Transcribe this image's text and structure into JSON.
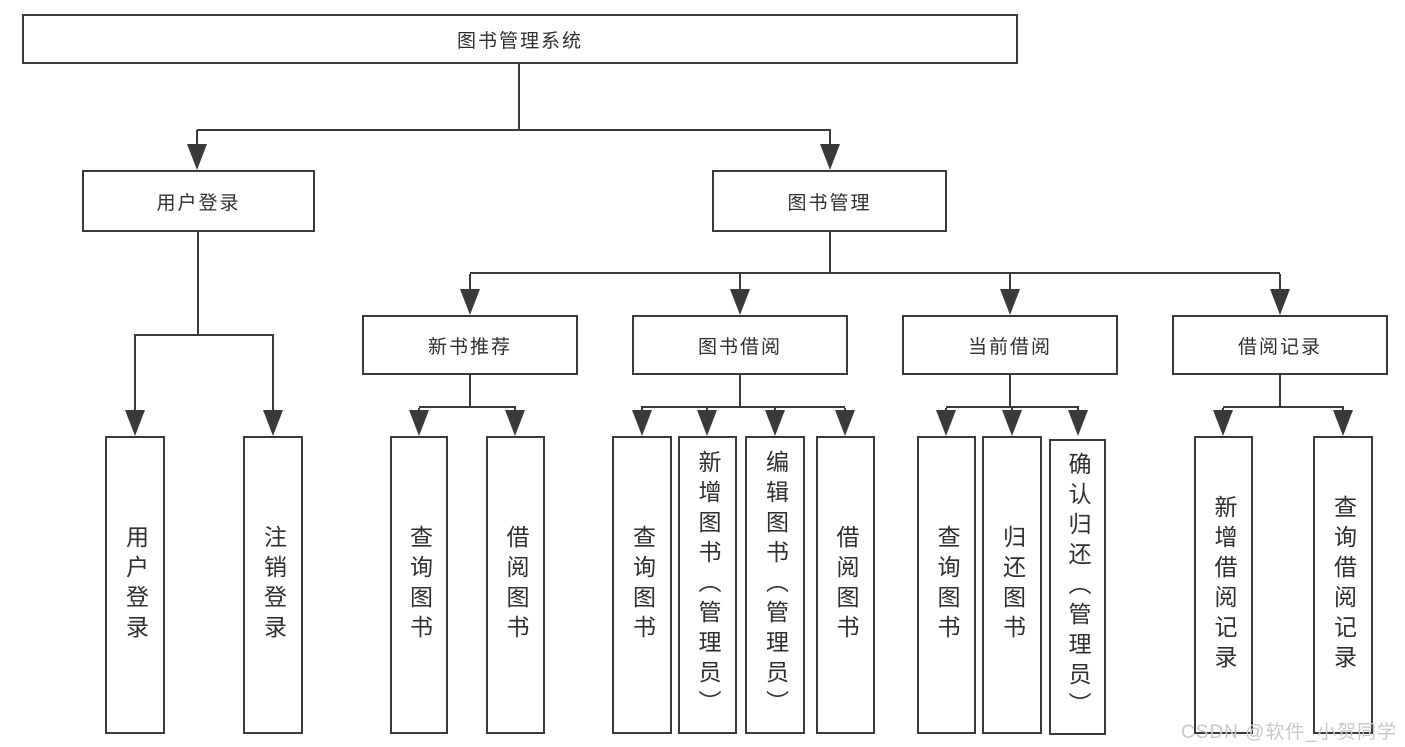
{
  "title": "图书管理系统",
  "tree": {
    "label": "图书管理系统",
    "children": [
      {
        "label": "用户登录",
        "children": [
          {
            "label": "用户登录"
          },
          {
            "label": "注销登录"
          }
        ]
      },
      {
        "label": "图书管理",
        "children": [
          {
            "label": "新书推荐",
            "children": [
              {
                "label": "查询图书"
              },
              {
                "label": "借阅图书"
              }
            ]
          },
          {
            "label": "图书借阅",
            "children": [
              {
                "label": "查询图书"
              },
              {
                "label": "新增图书（管理员）"
              },
              {
                "label": "编辑图书（管理员）"
              },
              {
                "label": "借阅图书"
              }
            ]
          },
          {
            "label": "当前借阅",
            "children": [
              {
                "label": "查询图书"
              },
              {
                "label": "归还图书"
              },
              {
                "label": "确认归还（管理员）"
              }
            ]
          },
          {
            "label": "借阅记录",
            "children": [
              {
                "label": "新增借阅记录"
              },
              {
                "label": "查询借阅记录"
              }
            ]
          }
        ]
      }
    ]
  },
  "watermark": {
    "text": "CSDN @软件_小贺同学"
  },
  "colors": {
    "line": "#3a3a3a",
    "text": "#2f2f2f",
    "background": "#ffffff",
    "watermark": "#c8c8c8"
  }
}
